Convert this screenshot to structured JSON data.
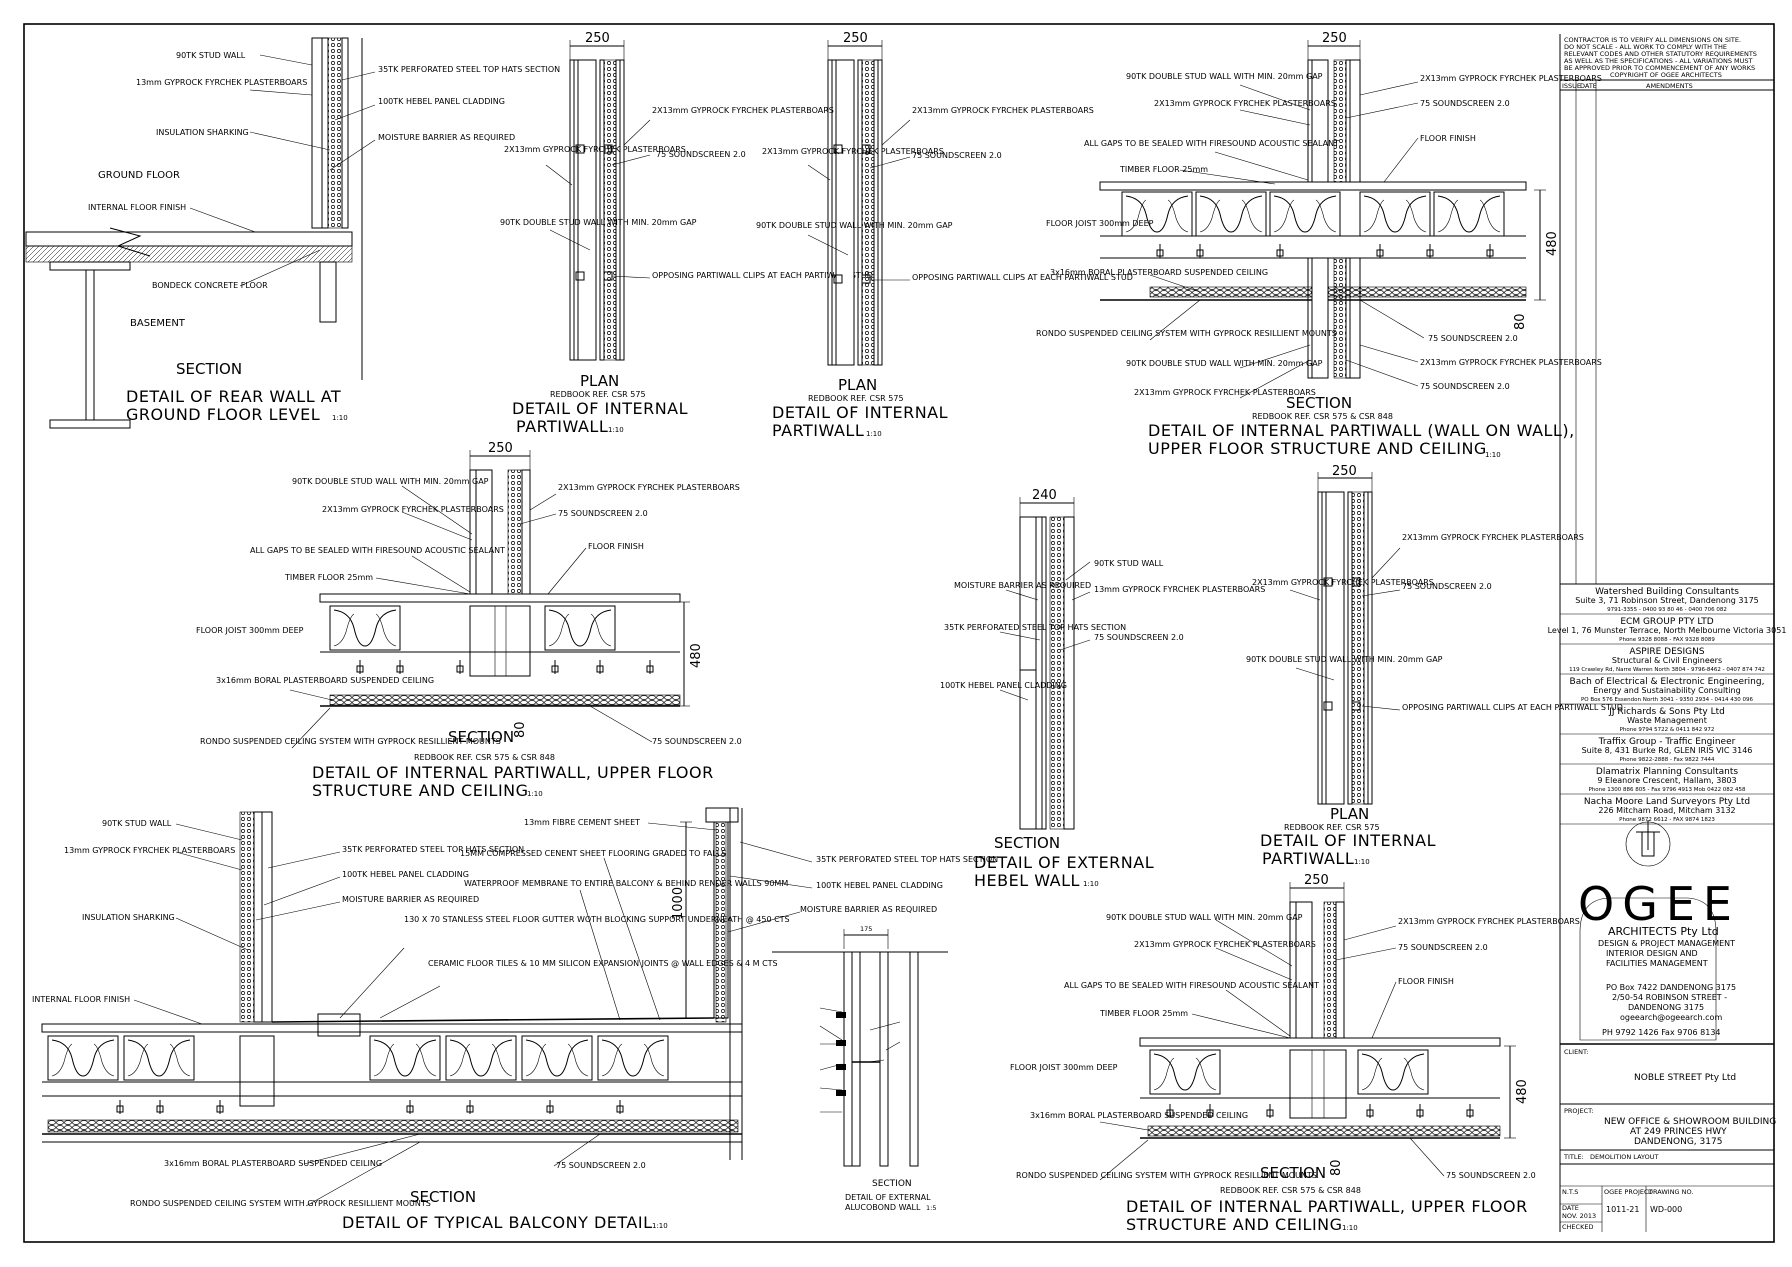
{
  "details": {
    "rear_wall": {
      "notes_left": [
        "90TK STUD WALL",
        "13mm GYPROCK FYRCHEK PLASTERBOARS",
        "INSULATION SHARKING",
        "INTERNAL FLOOR FINISH",
        "BONDECK CONCRETE FLOOR"
      ],
      "notes_right": [
        "35TK PERFORATED STEEL TOP HATS SECTION",
        "100TK HEBEL PANEL CLADDING",
        "MOISTURE BARRIER AS REQUIRED"
      ],
      "ground_floor": "GROUND FLOOR",
      "basement": "BASEMENT",
      "section": "SECTION",
      "title1": "DETAIL OF REAR WALL AT",
      "title2": "GROUND FLOOR LEVEL",
      "scale": "1:10"
    },
    "partiwall_a": {
      "dim": "250",
      "notes_left": [
        "2X13mm GYPROCK FYRCHEK PLASTERBOARS",
        "90TK DOUBLE STUD WALL WITH MIN. 20mm GAP"
      ],
      "notes_right": [
        "2X13mm GYPROCK FYRCHEK PLASTERBOARS",
        "75 SOUNDSCREEN 2.0",
        "OPPOSING PARTIWALL CLIPS AT EACH PARTIWALL STUD"
      ],
      "label": "PLAN",
      "ref": "REDBOOK REF. CSR 575",
      "title1": "DETAIL OF INTERNAL",
      "title2": "PARTIWALL",
      "scale": "1:10"
    },
    "partiwall_b": {
      "dim": "250",
      "notes_left": [
        "2X13mm GYPROCK FYRCHEK PLASTERBOARS",
        "90TK DOUBLE STUD WALL WITH MIN. 20mm GAP"
      ],
      "notes_right": [
        "2X13mm GYPROCK FYRCHEK PLASTERBOARS",
        "75 SOUNDSCREEN 2.0",
        "OPPOSING PARTIWALL CLIPS AT EACH PARTIWALL STUD"
      ],
      "label": "PLAN",
      "ref": "REDBOOK REF. CSR 575",
      "title1": "DETAIL OF INTERNAL",
      "title2": "PARTIWALL",
      "scale": "1:10"
    },
    "wall_on_wall": {
      "dim_top": "250",
      "dim_side": "480",
      "dim_side2": "80",
      "notes_left": [
        "90TK DOUBLE STUD WALL WITH MIN. 20mm GAP",
        "2X13mm GYPROCK FYRCHEK PLASTERBOARS",
        "ALL GAPS TO BE SEALED WITH FIRESOUND ACOUSTIC SEALANT",
        "TIMBER FLOOR 25mm",
        "FLOOR JOIST 300mm DEEP",
        "3x16mm BORAL PLASTERBOARD SUSPENDED CEILING",
        "RONDO SUSPENDED CEILING SYSTEM WITH GYPROCK RESILLIENT MOUNTS",
        "90TK DOUBLE STUD WALL WITH MIN. 20mm GAP",
        "2X13mm GYPROCK FYRCHEK PLASTERBOARS"
      ],
      "notes_right": [
        "2X13mm GYPROCK FYRCHEK PLASTERBOARS",
        "75 SOUNDSCREEN 2.0",
        "FLOOR FINISH",
        "75 SOUNDSCREEN 2.0",
        "2X13mm GYPROCK FYRCHEK PLASTERBOARS",
        "75 SOUNDSCREEN 2.0"
      ],
      "label": "SECTION",
      "ref": "REDBOOK REF. CSR 575 & CSR 848",
      "title1": "DETAIL OF INTERNAL PARTIWALL (WALL ON WALL),",
      "title2": "UPPER FLOOR STRUCTURE AND CEILING",
      "scale": "1:10"
    },
    "upper_floor_a": {
      "dim_top": "250",
      "dim_side": "480",
      "dim_bottom": "80",
      "notes_left": [
        "90TK DOUBLE STUD WALL WITH MIN. 20mm GAP",
        "2X13mm GYPROCK FYRCHEK PLASTERBOARS",
        "ALL GAPS TO BE SEALED WITH FIRESOUND ACOUSTIC SEALANT",
        "TIMBER FLOOR 25mm",
        "FLOOR JOIST 300mm DEEP",
        "3x16mm BORAL PLASTERBOARD SUSPENDED CEILING",
        "RONDO SUSPENDED CEILING SYSTEM WITH GYPROCK RESILLIENT MOUNTS"
      ],
      "notes_right": [
        "2X13mm GYPROCK FYRCHEK PLASTERBOARS",
        "75 SOUNDSCREEN 2.0",
        "FLOOR FINISH",
        "75 SOUNDSCREEN 2.0"
      ],
      "label": "SECTION",
      "ref": "REDBOOK REF. CSR 575 & CSR 848",
      "title1": "DETAIL OF INTERNAL PARTIWALL, UPPER FLOOR",
      "title2": "STRUCTURE AND CEILING",
      "scale": "1:10"
    },
    "external_hebel": {
      "dim": "240",
      "notes_left": [
        "MOISTURE BARRIER AS REQUIRED",
        "35TK PERFORATED STEEL TOP HATS SECTION",
        "100TK HEBEL PANEL CLADDING"
      ],
      "notes_right": [
        "90TK STUD WALL",
        "13mm GYPROCK FYRCHEK PLASTERBOARS",
        "75 SOUNDSCREEN 2.0"
      ],
      "label": "SECTION",
      "title1": "DETAIL OF EXTERNAL",
      "title2": "HEBEL WALL",
      "scale": "1:10"
    },
    "partiwall_c": {
      "dim": "250",
      "notes_left": [
        "2X13mm GYPROCK FYRCHEK PLASTERBOARS",
        "90TK DOUBLE STUD WALL WITH MIN. 20mm GAP"
      ],
      "notes_right": [
        "2X13mm GYPROCK FYRCHEK PLASTERBOARS",
        "75 SOUNDSCREEN 2.0",
        "OPPOSING PARTIWALL CLIPS AT EACH PARTIWALL STUD"
      ],
      "label": "PLAN",
      "ref": "REDBOOK REF. CSR 575",
      "title1": "DETAIL OF INTERNAL",
      "title2": "PARTIWALL",
      "scale": "1:10"
    },
    "balcony": {
      "dim_side": "1000",
      "notes_left": [
        "90TK STUD WALL",
        "13mm GYPROCK FYRCHEK PLASTERBOARS",
        "INSULATION SHARKING",
        "INTERNAL FLOOR FINISH",
        "3x16mm BORAL PLASTERBOARD SUSPENDED CEILING",
        "RONDO SUSPENDED CEILING SYSTEM WITH GYPROCK RESILLIENT MOUNTS"
      ],
      "notes_mid": [
        "35TK PERFORATED STEEL TOP HATS SECTION",
        "100TK HEBEL PANEL CLADDING",
        "MOISTURE BARRIER AS REQUIRED",
        "130 X 70 STANLESS STEEL FLOOR GUTTER WOTH BLOCKING SUPPORT UNDERNEATH @ 450 CTS",
        "CERAMIC FLOOR TILES & 10 MM SILICON EXPANSION JOINTS @ WALL EDGES & 4 M CTS",
        "15MM COMPRESSED CENENT SHEET FLOORING GRADED TO FALLS",
        "WATERPROOF MEMBRANE TO ENTIRE BALCONY & BEHIND RENDER WALLS 90MM",
        "13mm FIBRE CEMENT SHEET"
      ],
      "notes_right": [
        "35TK PERFORATED STEEL TOP HATS SECTION",
        "100TK HEBEL PANEL CLADDING",
        "MOISTURE BARRIER AS REQUIRED",
        "75 SOUNDSCREEN 2.0"
      ],
      "label": "SECTION",
      "title": "DETAIL OF TYPICAL BALCONY DETAIL",
      "scale": "1:10"
    },
    "alucobond": {
      "dim": "175",
      "label": "SECTION",
      "title1": "DETAIL OF EXTERNAL",
      "title2": "ALUCOBOND WALL",
      "scale": "1:5"
    },
    "upper_floor_b": {
      "dim_top": "250",
      "dim_side": "480",
      "dim_bottom": "80",
      "notes_left": [
        "90TK DOUBLE STUD WALL WITH MIN. 20mm GAP",
        "2X13mm GYPROCK FYRCHEK PLASTERBOARS",
        "ALL GAPS TO BE SEALED WITH FIRESOUND ACOUSTIC SEALANT",
        "TIMBER FLOOR 25mm",
        "FLOOR JOIST 300mm DEEP",
        "3x16mm BORAL PLASTERBOARD SUSPENDED CEILING",
        "RONDO SUSPENDED CEILING SYSTEM WITH GYPROCK RESILLIENT MOUNTS"
      ],
      "notes_right": [
        "2X13mm GYPROCK FYRCHEK PLASTERBOARS",
        "75 SOUNDSCREEN 2.0",
        "FLOOR FINISH",
        "75 SOUNDSCREEN 2.0"
      ],
      "label": "SECTION",
      "ref": "REDBOOK REF. CSR 575 & CSR 848",
      "title1": "DETAIL OF INTERNAL PARTIWALL, UPPER FLOOR",
      "title2": "STRUCTURE AND CEILING",
      "scale": "1:10"
    }
  },
  "title_block": {
    "disclaimer": [
      "CONTRACTOR IS TO VERIFY ALL DIMENSIONS ON SITE.",
      "DO NOT SCALE - ALL WORK TO COMPLY WITH THE",
      "RELEVANT CODES AND OTHER STATUTORY REQUIREMENTS",
      "AS WELL AS THE SPECIFICATIONS - ALL VARIATIONS MUST",
      "BE APPROVED PRIOR TO COMMENCEMENT OF ANY WORKS"
    ],
    "copyright": "COPYRIGHT OF OGEE ARCHITECTS",
    "rev_headers": [
      "ISSUE",
      "DATE",
      "AMENDMENTS"
    ],
    "consultants": [
      {
        "name": "Watershed Building Consultants",
        "lines": [
          "Suite 3, 71 Robinson Street, Dandenong 3175",
          "9791-3355 - 0400 93 80 46 - 0400 706 082"
        ]
      },
      {
        "name": "ECM GROUP PTY LTD",
        "lines": [
          "Level 1, 76 Munster Terrace, North Melbourne Victoria 3051",
          "Phone 9328 8088 - FAX 9328 8089"
        ]
      },
      {
        "name": "ASPIRE DESIGNS",
        "lines": [
          "Structural & Civil Engineers",
          "119 Crawley Rd, Narre Warren North 3804 - 9796-8462 - 0407 874 742"
        ]
      },
      {
        "name": "Bach of Electrical & Electronic Engineering,",
        "lines": [
          "Energy and Sustainability Consulting",
          "PO Box 576 Essendon North 3041 - 9350 2934 - 0414 430 096"
        ]
      },
      {
        "name": "JJ Richards & Sons Pty Ltd",
        "lines": [
          "Waste Management",
          "Phone 9794 5722 & 0411 842 972"
        ]
      },
      {
        "name": "Traffix Group - Traffic Engineer",
        "lines": [
          "Suite 8, 431 Burke Rd, GLEN IRIS VIC 3146",
          "Phone 9822-2888 - Fax 9822 7444"
        ]
      },
      {
        "name": "Dlamatrix Planning Consultants",
        "lines": [
          "9 Eleanore Crescent, Hallam, 3803",
          "Phone 1300 886 805 - Fax 9796 4913 Mob 0422 082 458"
        ]
      },
      {
        "name": "Nacha Moore Land Surveyors Pty Ltd",
        "lines": [
          "226 Mitcham Road, Mitcham 3132",
          "Phone 9872 6612 - FAX 9874 1823"
        ]
      }
    ],
    "logo": {
      "word": "OGEE",
      "company": "ARCHITECTS Pty Ltd",
      "services": [
        "DESIGN & PROJECT MANAGEMENT",
        "INTERIOR DESIGN AND",
        "FACILITIES MANAGEMENT"
      ],
      "address": [
        "PO Box 7422 DANDENONG 3175",
        "2/50-54 ROBINSON STREET -",
        "DANDENONG 3175",
        "ogeearch@ogeearch.com",
        "PH 9792 1426       Fax 9706 8134"
      ]
    },
    "client_label": "CLIENT:",
    "client": "NOBLE STREET Pty Ltd",
    "project_label": "PROJECT:",
    "project": [
      "NEW OFFICE & SHOWROOM BUILDING",
      "AT 249 PRINCES HWY",
      "DANDENONG, 3175"
    ],
    "title_label": "TITLE:",
    "title": "DEMOLITION LAYOUT",
    "fields": [
      {
        "label": "N.T.S",
        "value": ""
      },
      {
        "label": "OGEE PROJECT",
        "value": "1011-21"
      },
      {
        "label": "DRAWING NO.",
        "value": "WD-000"
      },
      {
        "label": "DATE",
        "value": "NOV. 2013"
      },
      {
        "label": "CHECKED",
        "value": ""
      }
    ]
  }
}
